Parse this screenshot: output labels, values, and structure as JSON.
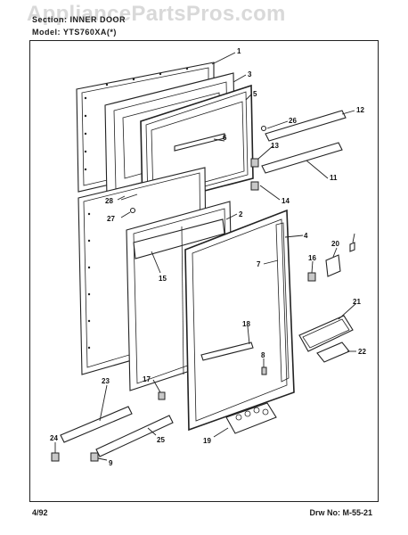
{
  "watermark": "AppliancePartsPros.com",
  "header": {
    "section": "Section: INNER DOOR",
    "model": "Model: YTS760XA(*)"
  },
  "footer": {
    "date": "4/92",
    "drawing_number": "Drw No: M-55-21"
  },
  "callouts": [
    "1",
    "2",
    "3",
    "4",
    "5",
    "6",
    "7",
    "8",
    "9",
    "11",
    "12",
    "13",
    "14",
    "15",
    "16",
    "17",
    "18",
    "19",
    "20",
    "21",
    "22",
    "23",
    "24",
    "25",
    "26",
    "27",
    "28"
  ]
}
